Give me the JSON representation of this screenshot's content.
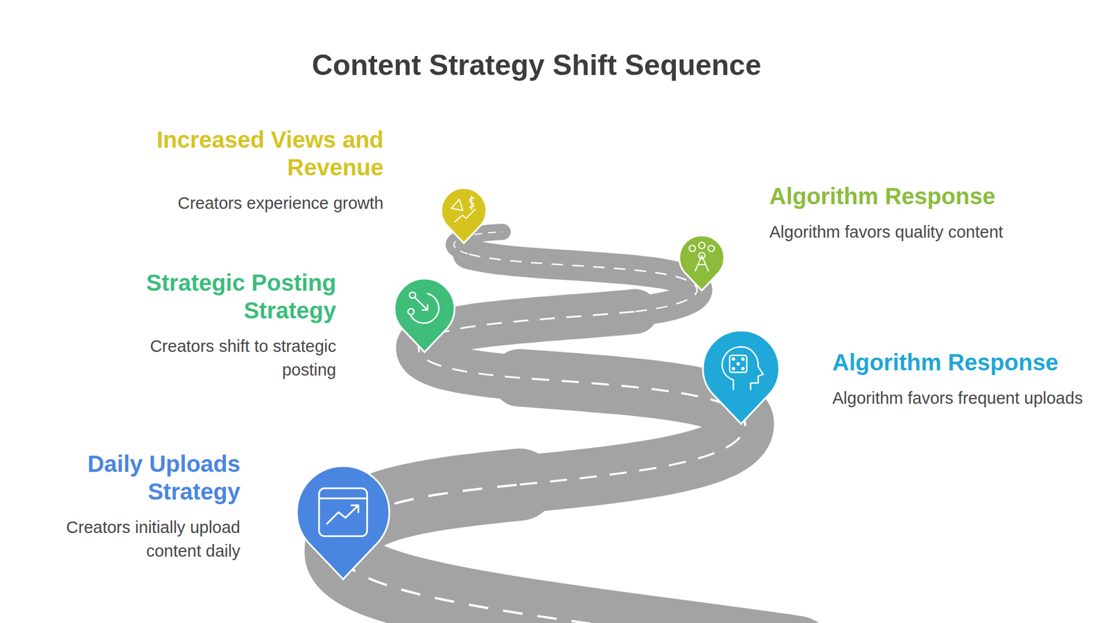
{
  "diagram": {
    "title": "Content Strategy Shift Sequence",
    "nodes": [
      {
        "text": [
          "Daily Uploads Strategy",
          "Creators initially upload content daily"
        ]
      },
      {
        "text": [
          "Algorithm Response",
          "Algorithm favors frequent uploads"
        ]
      },
      {
        "text": [
          "Strategic Posting Strategy",
          "Creators shift to strategic posting"
        ]
      },
      {
        "text": [
          "Algorithm Response",
          "Algorithm favors quality content"
        ]
      },
      {
        "text": [
          "Increased Views and Revenue",
          "Creators experience growth"
        ]
      }
    ]
  }
}
